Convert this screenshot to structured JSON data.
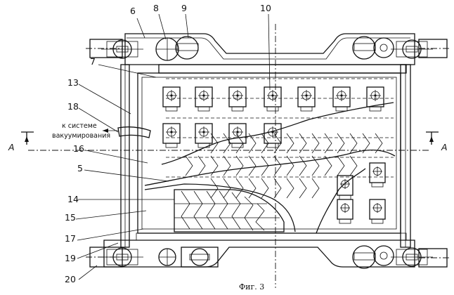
{
  "caption": "Фиг. 3",
  "vacuum_note": {
    "line1": "к системе",
    "line2": "вакуумирования"
  },
  "section_marks": {
    "left": "A",
    "right": "A"
  },
  "labels": {
    "n5": "5",
    "n6": "6",
    "n7": "7",
    "n8": "8",
    "n9": "9",
    "n10": "10",
    "n13": "13",
    "n14": "14",
    "n15": "15",
    "n16": "16",
    "n17": "17",
    "n18": "18",
    "n19": "19",
    "n20": "20"
  }
}
